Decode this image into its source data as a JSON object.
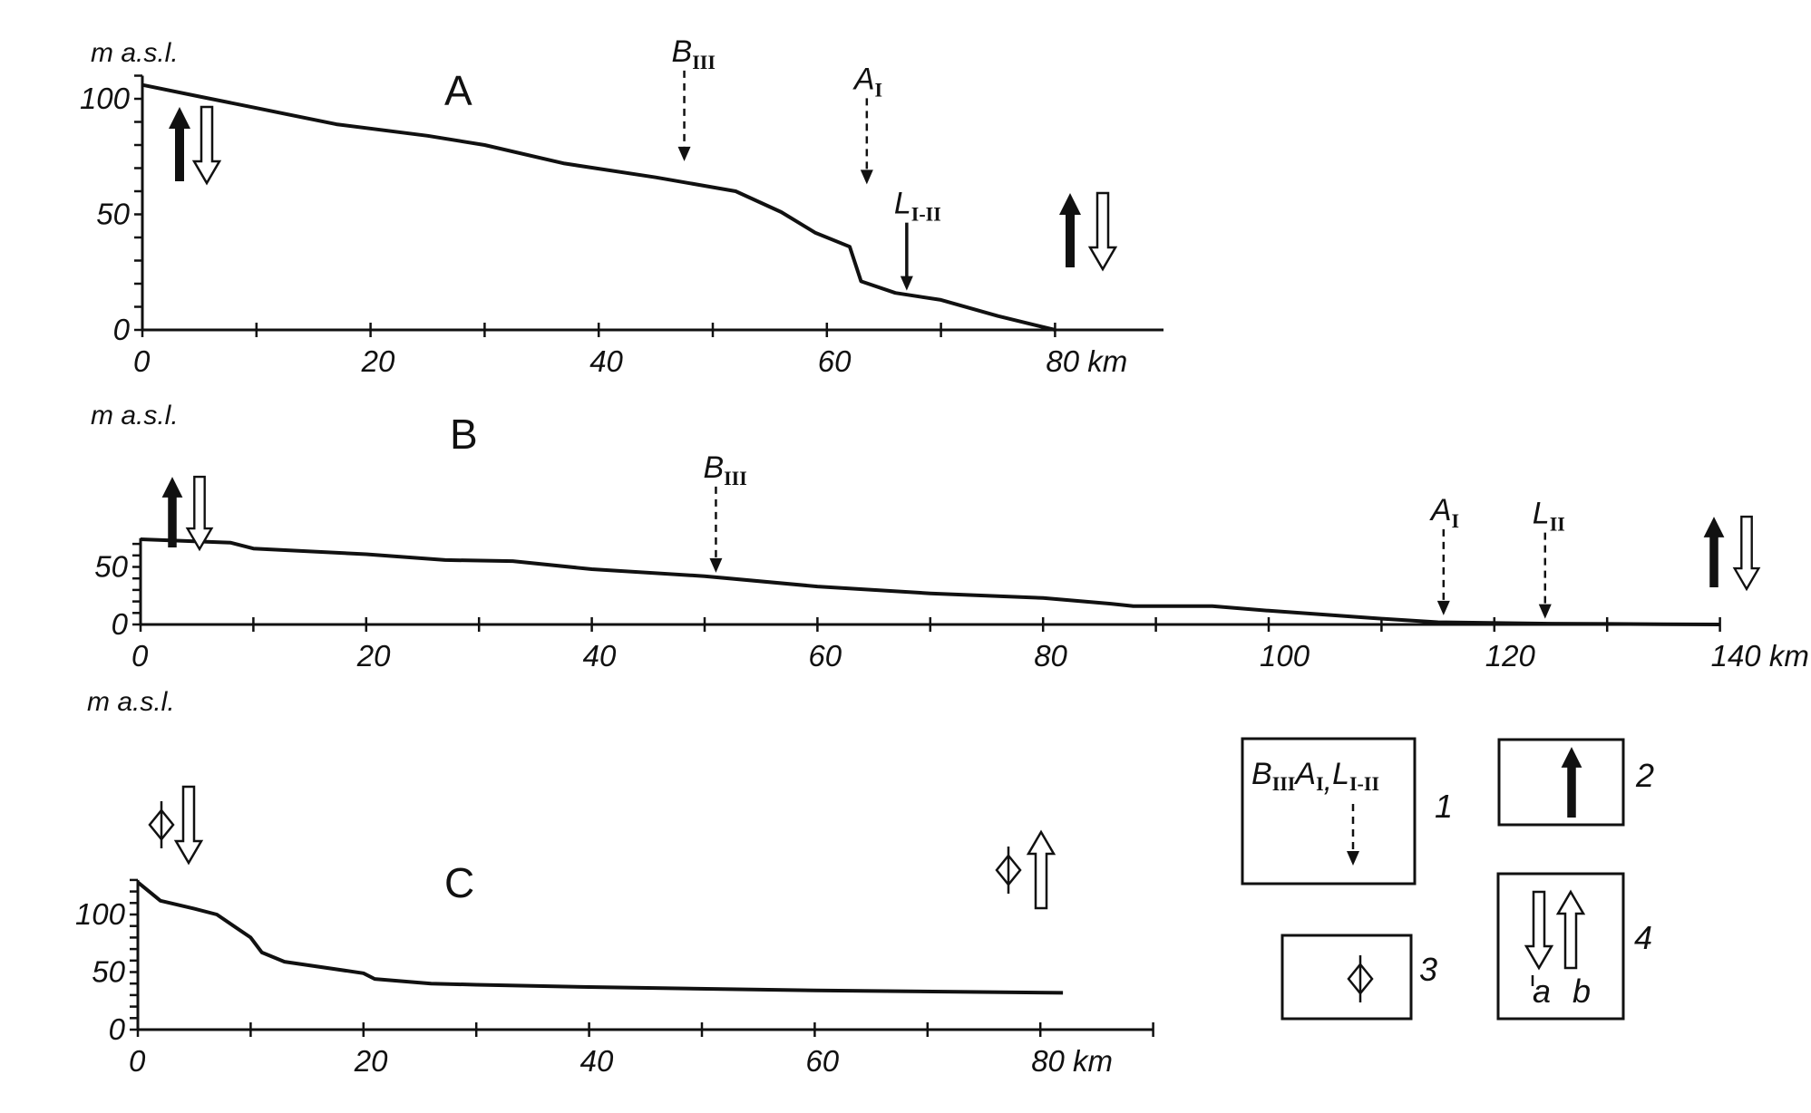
{
  "chart_data": [
    {
      "type": "line",
      "panel": "A",
      "ylabel": "m a.s.l.",
      "xunit": "km",
      "xlim": [
        0,
        90
      ],
      "ylim": [
        0,
        110
      ],
      "xticks": [
        0,
        20,
        40,
        60,
        80
      ],
      "yticks": [
        0,
        50,
        100
      ],
      "tick_labels_x": [
        "0",
        "20",
        "40",
        "60",
        "80 km"
      ],
      "tick_labels_y": [
        "0",
        "50",
        "100"
      ],
      "series": [
        {
          "x": [
            0,
            5,
            10,
            17,
            25,
            30,
            37,
            45,
            52,
            56,
            59,
            62,
            63,
            66,
            70,
            75,
            80
          ],
          "y": [
            106,
            101,
            96,
            89,
            84,
            80,
            72,
            66,
            60,
            51,
            42,
            36,
            21,
            16,
            13,
            6,
            0
          ]
        }
      ],
      "annotations": [
        {
          "base": "B",
          "sub": "III",
          "x": 47.5,
          "y_tip": 73,
          "style": "dashed"
        },
        {
          "base": "A",
          "sub": "I",
          "x": 63.5,
          "y_tip": 63,
          "style": "dashed"
        },
        {
          "base": "L",
          "sub": "I-II",
          "x": 67,
          "y_tip": 17,
          "style": "solid"
        }
      ],
      "start_symbols": [
        "solid-up",
        "hollow-down"
      ],
      "end_symbols": [
        "solid-up",
        "hollow-down"
      ]
    },
    {
      "type": "line",
      "panel": "B",
      "ylabel": "m a.s.l.",
      "xunit": "km",
      "xlim": [
        0,
        140
      ],
      "ylim": [
        0,
        75
      ],
      "xticks": [
        0,
        20,
        40,
        60,
        80,
        100,
        120,
        140
      ],
      "yticks": [
        0,
        50
      ],
      "tick_labels_x": [
        "0",
        "20",
        "40",
        "60",
        "80",
        "100",
        "120",
        "140 km"
      ],
      "tick_labels_y": [
        "0",
        "50"
      ],
      "series": [
        {
          "x": [
            0,
            8,
            10,
            20,
            27,
            33,
            40,
            50,
            60,
            70,
            80,
            86,
            88,
            95,
            100,
            110,
            115,
            125,
            135,
            140
          ],
          "y": [
            74,
            71,
            66,
            61,
            56,
            55,
            48,
            42,
            33,
            27,
            23,
            18,
            16,
            16,
            12,
            5,
            2,
            0.7,
            0.2,
            0
          ]
        }
      ],
      "annotations": [
        {
          "base": "B",
          "sub": "III",
          "x": 51,
          "y_tip": 45,
          "style": "dashed"
        },
        {
          "base": "A",
          "sub": "I",
          "x": 115.5,
          "y_tip": 8,
          "style": "dashed"
        },
        {
          "base": "L",
          "sub": "II",
          "x": 124.5,
          "y_tip": 5,
          "style": "dashed"
        }
      ],
      "start_symbols": [
        "solid-up",
        "hollow-down"
      ],
      "end_symbols": [
        "solid-up",
        "hollow-down"
      ]
    },
    {
      "type": "line",
      "panel": "C",
      "ylabel": "m a.s.l.",
      "xunit": "km",
      "xlim": [
        0,
        90
      ],
      "ylim": [
        0,
        130
      ],
      "xticks": [
        0,
        20,
        40,
        60,
        80
      ],
      "yticks": [
        0,
        50,
        100
      ],
      "tick_labels_x": [
        "0",
        "20",
        "40",
        "60",
        "80 km"
      ],
      "tick_labels_y": [
        "0",
        "50",
        "100"
      ],
      "series": [
        {
          "x": [
            0,
            2,
            5,
            7,
            10,
            11,
            13,
            20,
            21,
            26,
            30,
            40,
            60,
            82
          ],
          "y": [
            128,
            112,
            105,
            100,
            80,
            67,
            59,
            49,
            44,
            40,
            39,
            37,
            34,
            32
          ]
        }
      ],
      "annotations": [],
      "start_symbols": [
        "rhombus",
        "hollow-down"
      ],
      "end_symbols": [
        "rhombus",
        "hollow-up"
      ]
    }
  ],
  "legend": [
    {
      "num": "1",
      "kind": "dashed-arrow",
      "labels": [
        {
          "base": "B",
          "sub": "III"
        },
        {
          "base": "A",
          "sub": "I",
          "suffix": ","
        },
        {
          "base": "L",
          "sub": "I-II"
        }
      ]
    },
    {
      "num": "2",
      "kind": "solid-up"
    },
    {
      "num": "3",
      "kind": "rhombus"
    },
    {
      "num": "4",
      "kind": "hollow-pair",
      "sub_labels": [
        "a",
        "b"
      ]
    }
  ]
}
